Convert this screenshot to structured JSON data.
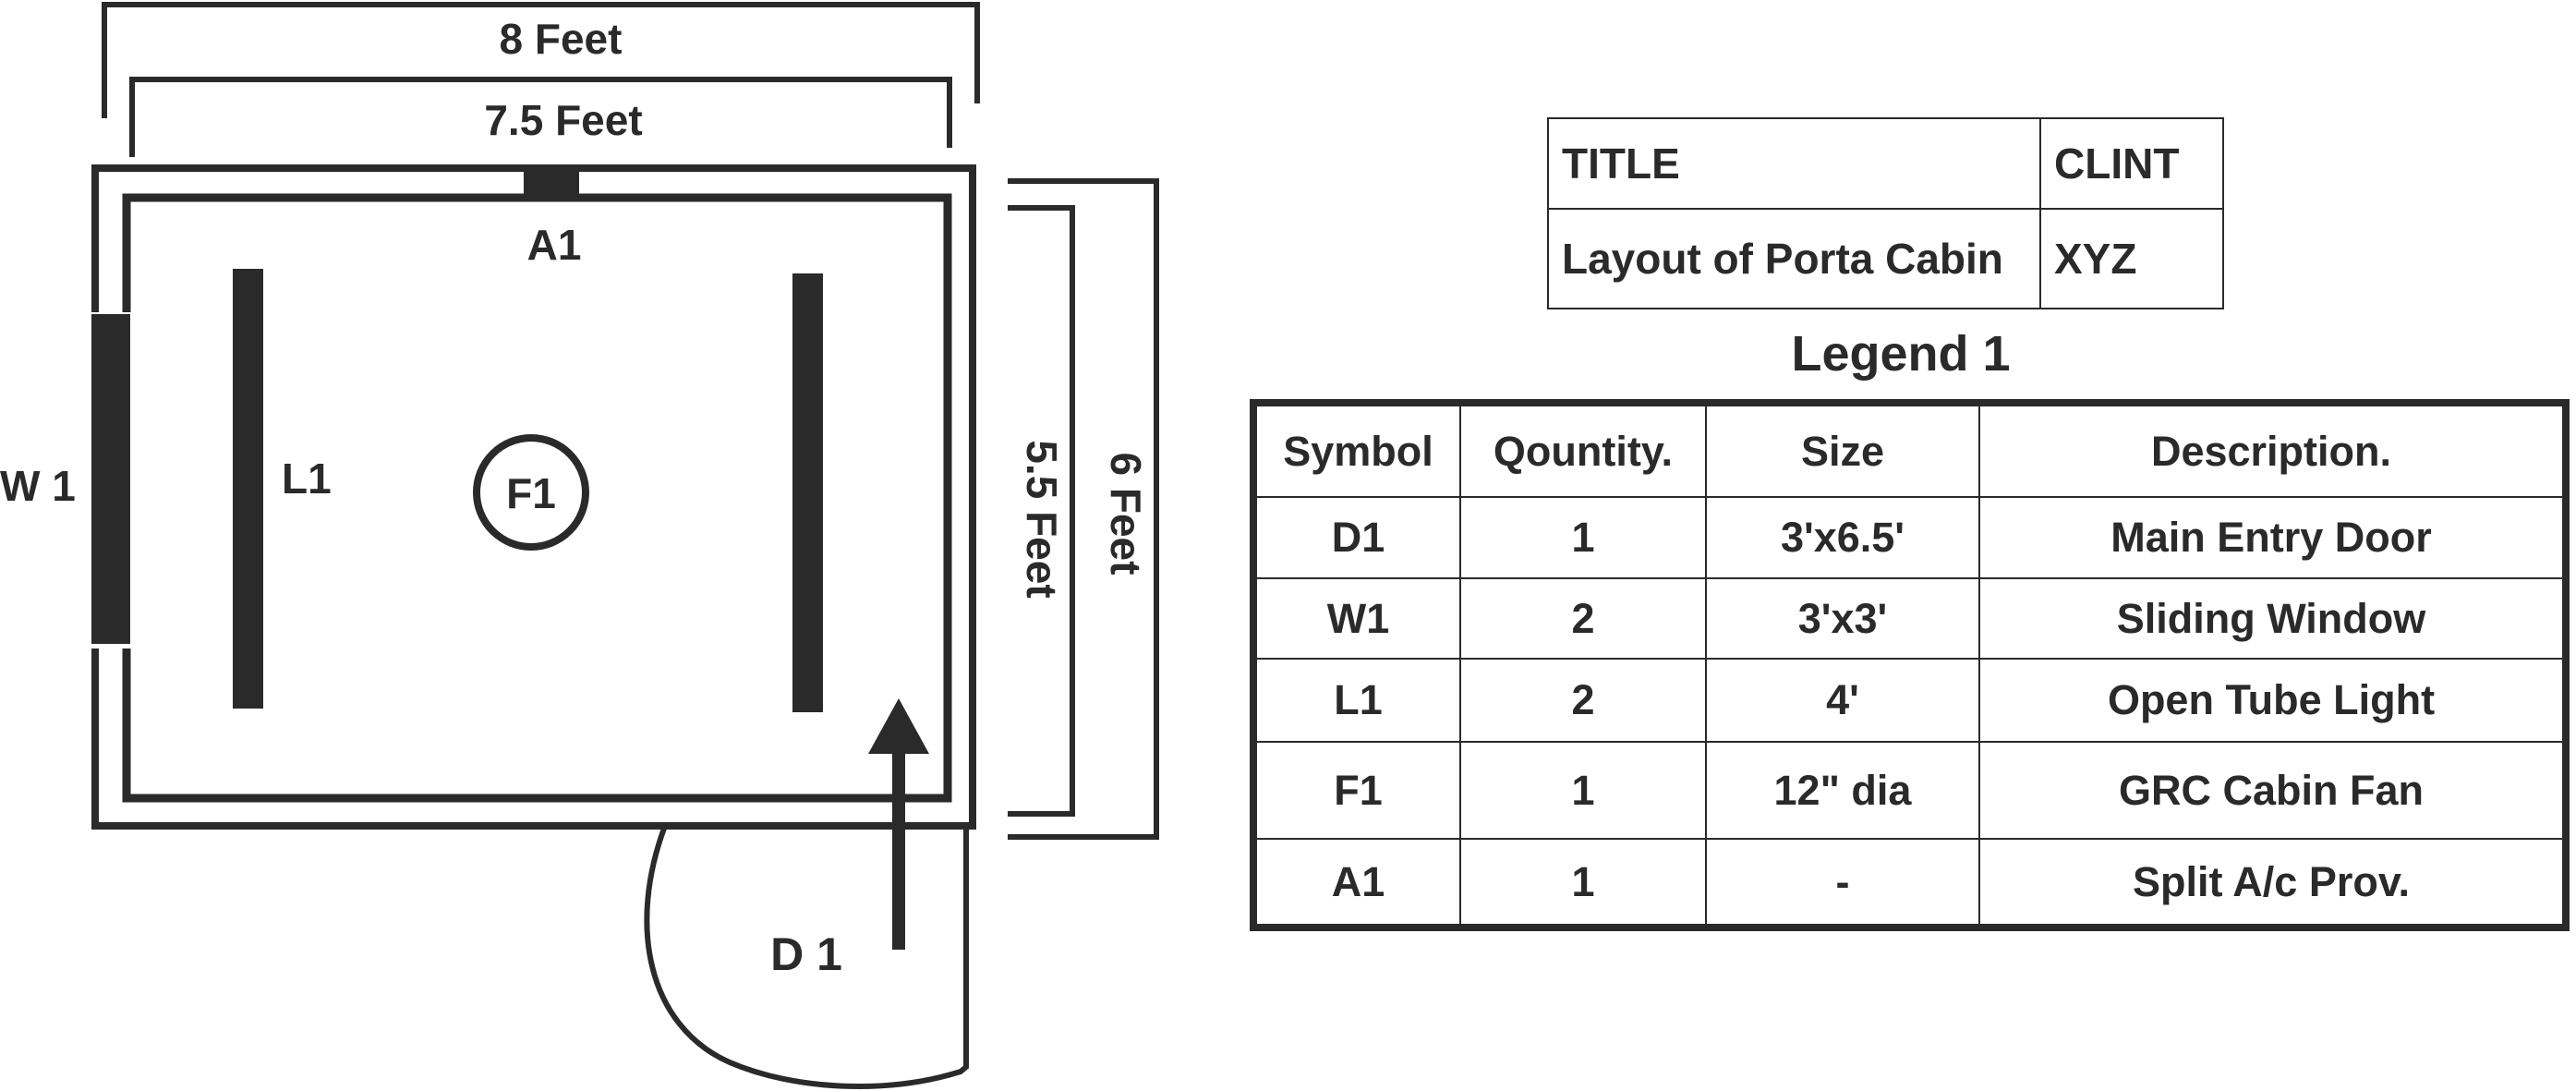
{
  "plan": {
    "outer_width_label": "8 Feet",
    "inner_width_label": "7.5 Feet",
    "outer_height_label": "6 Feet",
    "inner_height_label": "5.5 Feet",
    "ac_label": "A1",
    "window_label": "W 1",
    "light_label": "L1",
    "fan_label": "F1",
    "door_label": "D 1"
  },
  "title_block": {
    "title_header": "TITLE",
    "client_header": "CLINT",
    "title_value": "Layout of  Porta Cabin",
    "client_value": "XYZ"
  },
  "legend": {
    "title": "Legend 1",
    "headers": [
      "Symbol",
      "Qountity.",
      "Size",
      "Description."
    ],
    "rows": [
      [
        "D1",
        "1",
        "3'x6.5'",
        "Main Entry Door"
      ],
      [
        "W1",
        "2",
        "3'x3'",
        "Sliding Window"
      ],
      [
        "L1",
        "2",
        "4'",
        "Open Tube Light"
      ],
      [
        "F1",
        "1",
        "12\" dia",
        "GRC Cabin Fan"
      ],
      [
        "A1",
        "1",
        "-",
        "Split A/c Prov."
      ]
    ]
  },
  "colors": {
    "ink": "#2a2a2a",
    "background": "#ffffff"
  },
  "icons": [
    "ac-unit-icon",
    "window-icon",
    "tube-light-icon",
    "fan-icon",
    "door-swing-icon",
    "entry-arrow-icon"
  ]
}
